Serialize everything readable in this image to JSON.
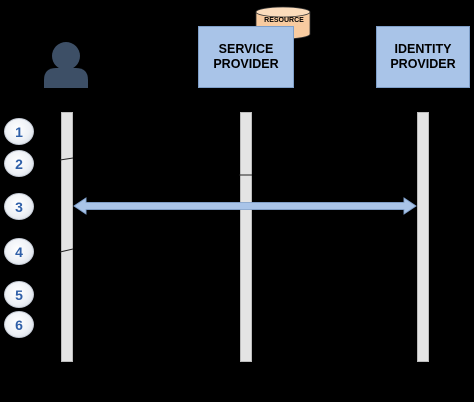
{
  "participants": {
    "service_provider": {
      "line1": "SERVICE",
      "line2": "PROVIDER"
    },
    "identity_provider": {
      "line1": "IDENTITY",
      "line2": "PROVIDER"
    },
    "resource_label": "RESOURCE"
  },
  "steps": [
    "1",
    "2",
    "3",
    "4",
    "5",
    "6"
  ],
  "colors": {
    "background": "#000000",
    "actor_box": "#a9c4e8",
    "arrow": "#a9c4e8",
    "resource_fill": "#f8cba0",
    "step_number": "#2f5fa8",
    "user_icon": "#3d4f66",
    "lifeline": "#e4e4e4"
  }
}
